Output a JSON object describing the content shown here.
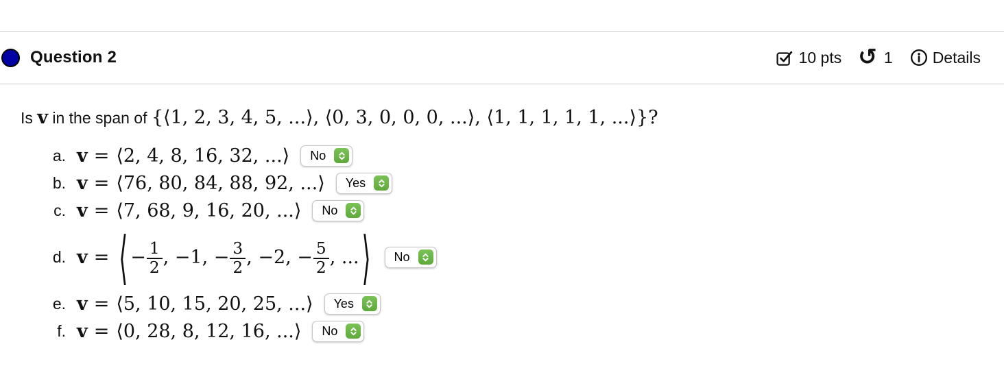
{
  "header": {
    "title": "Question 2",
    "points_label": "10 pts",
    "attempts_count": "1",
    "details_label": "Details",
    "undo_glyph": "↺"
  },
  "colors": {
    "status_dot": "#0000a3",
    "stepper_green": "#6cb14a",
    "rule_gray": "#cfcfcf"
  },
  "question": {
    "text_before": "Is ",
    "vector_symbol": "v",
    "text_after": " in the span of ",
    "math_set": "{⟨1, 2, 3, 4, 5, ...⟩, ⟨0, 3, 0, 0, 0, ...⟩, ⟨1, 1, 1, 1, 1, ...⟩}?"
  },
  "math": {
    "v": "v",
    "eq": "="
  },
  "glyphs": {
    "angle_open": "⟨",
    "angle_close": "⟩"
  },
  "options": [
    {
      "letter": "a.",
      "vector": "⟨2, 4, 8, 16, 32, ...⟩",
      "answer": "No"
    },
    {
      "letter": "b.",
      "vector": "⟨76, 80, 84, 88, 92, ...⟩",
      "answer": "Yes"
    },
    {
      "letter": "c.",
      "vector": "⟨7, 68, 9, 16, 20, ...⟩",
      "answer": "No"
    },
    {
      "letter": "d.",
      "answer": "No",
      "terms": [
        {
          "type": "frac",
          "sign": "−",
          "num": "1",
          "den": "2"
        },
        {
          "type": "text",
          "text": ", −1, "
        },
        {
          "type": "frac",
          "sign": "−",
          "num": "3",
          "den": "2"
        },
        {
          "type": "text",
          "text": ", −2, "
        },
        {
          "type": "frac",
          "sign": "−",
          "num": "5",
          "den": "2"
        },
        {
          "type": "text",
          "text": ", ..."
        }
      ]
    },
    {
      "letter": "e.",
      "vector": "⟨5, 10, 15, 20, 25, ...⟩",
      "answer": "Yes"
    },
    {
      "letter": "f.",
      "vector": "⟨0, 28, 8, 12, 16, ...⟩",
      "answer": "No"
    }
  ]
}
